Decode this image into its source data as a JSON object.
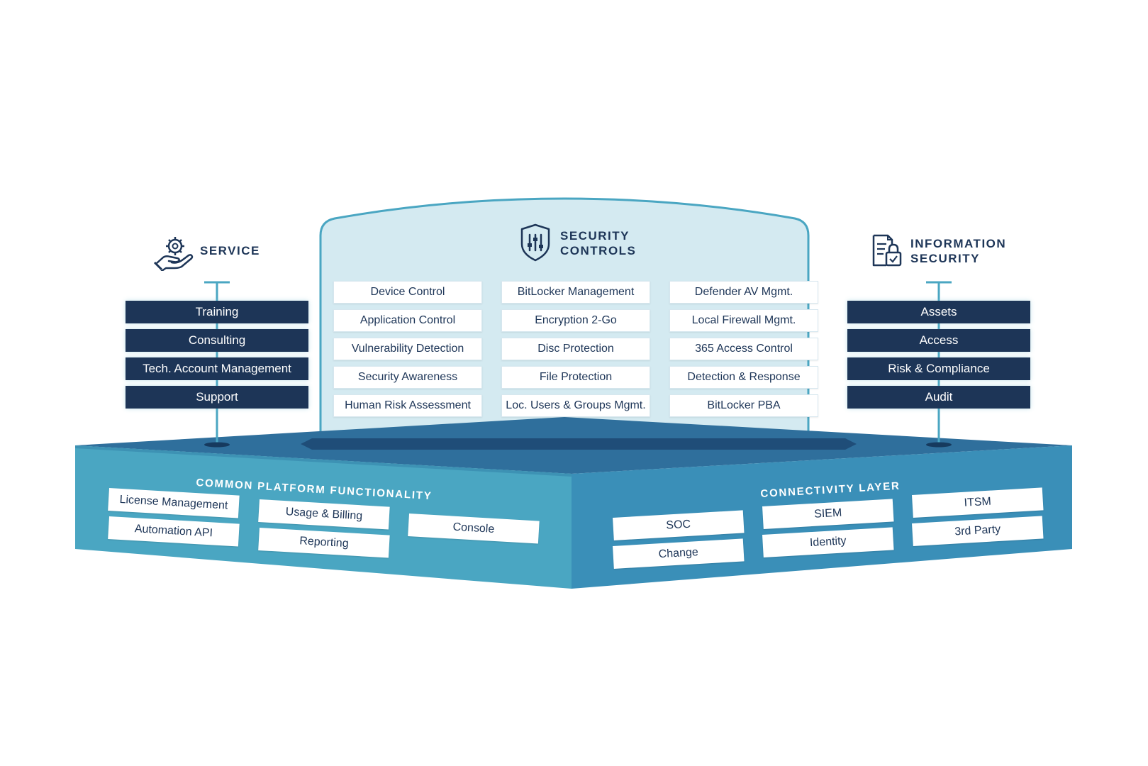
{
  "service": {
    "title": "SERVICE",
    "items": [
      "Training",
      "Consulting",
      "Tech. Account Management",
      "Support"
    ]
  },
  "security_controls": {
    "title_line1": "SECURITY",
    "title_line2": "CONTROLS",
    "columns": [
      [
        "Device Control",
        "Application Control",
        "Vulnerability Detection",
        "Security Awareness",
        "Human Risk Assessment"
      ],
      [
        "BitLocker Management",
        "Encryption 2-Go",
        "Disc Protection",
        "File Protection",
        "Loc. Users & Groups Mgmt."
      ],
      [
        "Defender AV Mgmt.",
        "Local Firewall Mgmt.",
        "365 Access Control",
        "Detection & Response",
        "BitLocker PBA"
      ]
    ]
  },
  "information_security": {
    "title_line1": "INFORMATION",
    "title_line2": "SECURITY",
    "items": [
      "Assets",
      "Access",
      "Risk & Compliance",
      "Audit"
    ]
  },
  "common_platform": {
    "title": "COMMON PLATFORM FUNCTIONALITY",
    "items": [
      "License Management",
      "Automation API",
      "Usage & Billing",
      "Reporting",
      "Console"
    ]
  },
  "connectivity_layer": {
    "title": "CONNECTIVITY LAYER",
    "items": [
      "SOC",
      "Change",
      "SIEM",
      "Identity",
      "ITSM",
      "3rd Party"
    ]
  },
  "colors": {
    "navy": "#1d3557",
    "platform_top": "#2f6f9c",
    "platform_left_face": "#4aa6c2",
    "platform_right_face": "#3a8fb8",
    "panel_fill": "#cde6ef",
    "panel_border": "#4aa6c2"
  },
  "icons": {
    "service": "hand-gear-icon",
    "security_controls": "shield-sliders-icon",
    "information_security": "document-lock-icon"
  }
}
